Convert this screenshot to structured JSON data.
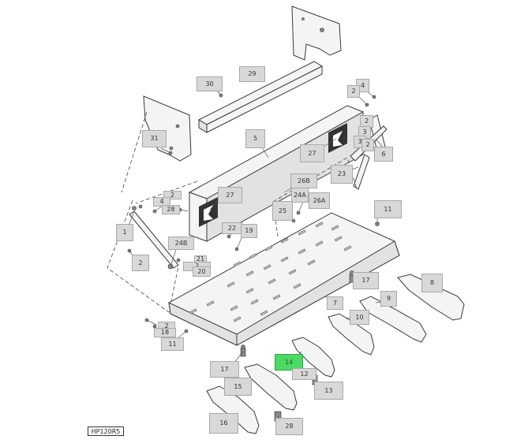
{
  "diagram_code": "HP120R5",
  "highlighted_callout": "14",
  "highlight_color": "#4cd964",
  "callouts": {
    "c30": "30",
    "c29": "29",
    "c4": "4",
    "c2a": "2",
    "c2b": "2",
    "c2c": "2",
    "c2d": "2",
    "c2e": "2",
    "c2f": "2",
    "c2g": "2",
    "c3a": "3",
    "c3b": "3",
    "c6": "6",
    "c31": "31",
    "c5": "5",
    "c27a": "27",
    "c27b": "27",
    "c28a": "28",
    "c28b": "28",
    "c26b": "26B",
    "c24a": "24A",
    "c26a": "26A",
    "c25": "25",
    "c4b": "4",
    "c22": "22",
    "c19": "19",
    "c1": "1",
    "c24b": "24B",
    "c21": "21",
    "c20": "20",
    "c23": "23",
    "c11a": "11",
    "c11b": "11",
    "c17a": "17",
    "c17b": "17",
    "c7": "7",
    "c8": "8",
    "c9": "9",
    "c10": "10",
    "c18": "18",
    "c14": "14",
    "c12": "12",
    "c13": "13",
    "c15": "15",
    "c16": "16"
  }
}
